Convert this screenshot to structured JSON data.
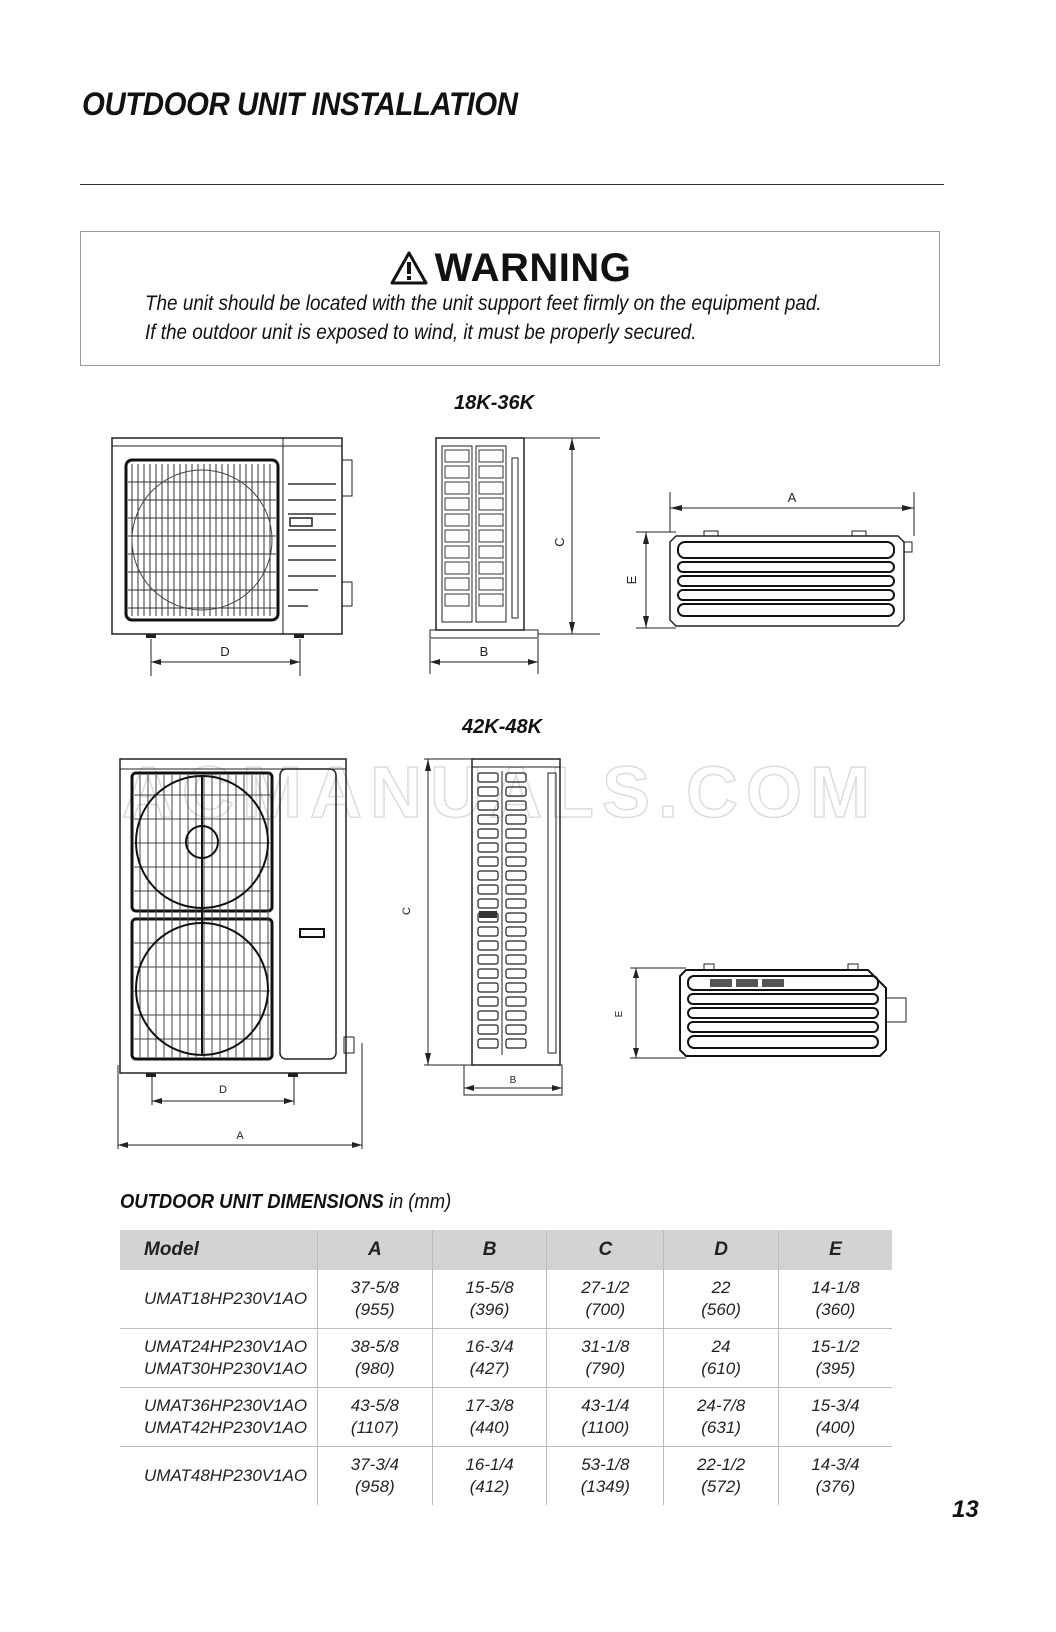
{
  "page": {
    "title": "OUTDOOR UNIT INSTALLATION",
    "page_number": "13",
    "watermark": "ACMANUALS.COM"
  },
  "warning": {
    "icon": "warning-triangle-icon",
    "heading": "WARNING",
    "lines": [
      "The unit should be located with the unit support feet firmly on the equipment pad.",
      "If the outdoor unit is exposed to wind, it must be properly secured."
    ]
  },
  "diagrams": {
    "group1": {
      "label": "18K-36K",
      "front_dim": "D",
      "side_dims": [
        "C",
        "B"
      ],
      "top_dims": [
        "A",
        "E"
      ]
    },
    "group2": {
      "label": "42K-48K",
      "front_dims": [
        "D",
        "A"
      ],
      "side_dims": [
        "C",
        "B"
      ],
      "top_dims": [
        "E"
      ]
    }
  },
  "dimensions_table": {
    "title_bold": "OUTDOOR UNIT DIMENSIONS",
    "title_unit": " in (mm)",
    "headers": [
      "Model",
      "A",
      "B",
      "C",
      "D",
      "E"
    ],
    "rows": [
      {
        "models": [
          "UMAT18HP230V1AO"
        ],
        "A": [
          "37-5/8",
          "(955)"
        ],
        "B": [
          "15-5/8",
          "(396)"
        ],
        "C": [
          "27-1/2",
          "(700)"
        ],
        "D": [
          "22",
          "(560)"
        ],
        "E": [
          "14-1/8",
          "(360)"
        ]
      },
      {
        "models": [
          "UMAT24HP230V1AO",
          "UMAT30HP230V1AO"
        ],
        "A": [
          "38-5/8",
          "(980)"
        ],
        "B": [
          "16-3/4",
          "(427)"
        ],
        "C": [
          "31-1/8",
          "(790)"
        ],
        "D": [
          "24",
          "(610)"
        ],
        "E": [
          "15-1/2",
          "(395)"
        ]
      },
      {
        "models": [
          "UMAT36HP230V1AO",
          "UMAT42HP230V1AO"
        ],
        "A": [
          "43-5/8",
          "(1107)"
        ],
        "B": [
          "17-3/8",
          "(440)"
        ],
        "C": [
          "43-1/4",
          "(1100)"
        ],
        "D": [
          "24-7/8",
          "(631)"
        ],
        "E": [
          "15-3/4",
          "(400)"
        ]
      },
      {
        "models": [
          "UMAT48HP230V1AO"
        ],
        "A": [
          "37-3/4",
          "(958)"
        ],
        "B": [
          "16-1/4",
          "(412)"
        ],
        "C": [
          "53-1/8",
          "(1349)"
        ],
        "D": [
          "22-1/2",
          "(572)"
        ],
        "E": [
          "14-3/4",
          "(376)"
        ]
      }
    ]
  }
}
